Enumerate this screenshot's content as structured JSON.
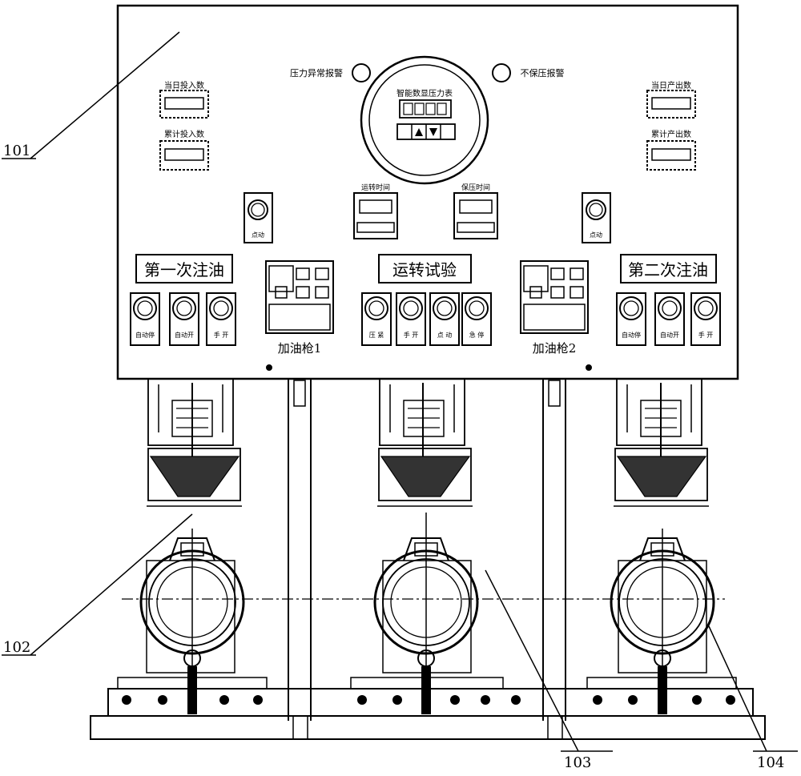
{
  "panel": {
    "pressure_alarm": "压力异常报警",
    "no_pressure_alarm": "不保压报警",
    "gauge_title": "智能数显压力表",
    "day_input": "当日投入数",
    "total_input": "累计投入数",
    "day_output": "当日产出数",
    "total_output": "累计产出数",
    "run_time": "运转时间",
    "hold_time": "保压时间",
    "jog_left": "点动",
    "jog_right": "点动",
    "first_fill": "第一次注油",
    "run_test": "运转试验",
    "second_fill": "第二次注油",
    "gun1": "加油枪1",
    "gun2": "加油枪2",
    "left_buttons": [
      "自动停",
      "自动开",
      "手 开"
    ],
    "mid_buttons": [
      "压 紧",
      "手 开",
      "点 动",
      "急 停"
    ],
    "right_buttons": [
      "自动停",
      "自动开",
      "手 开"
    ]
  },
  "callouts": {
    "c101": "101",
    "c102": "102",
    "c103": "103",
    "c104": "104"
  }
}
